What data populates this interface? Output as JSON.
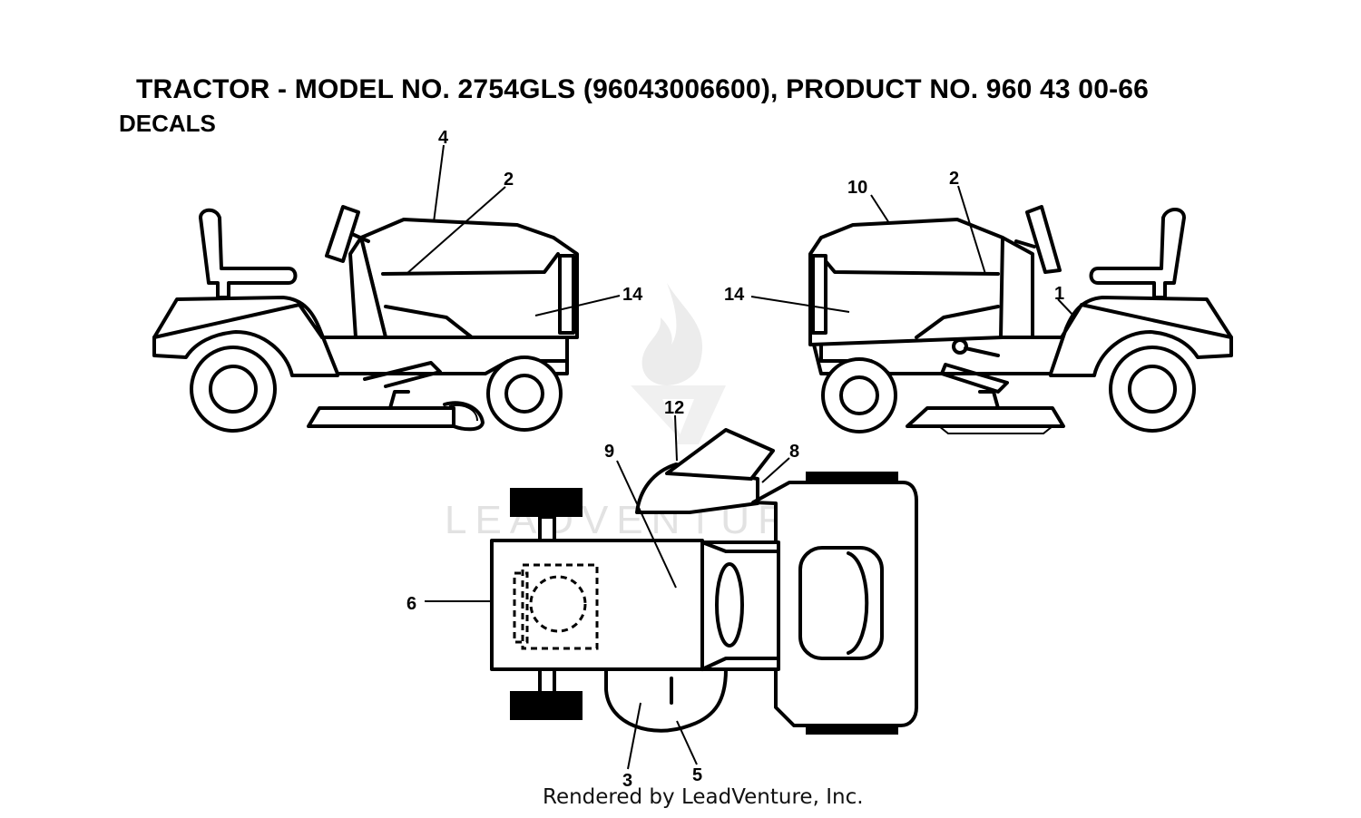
{
  "header": {
    "title": "TRACTOR - MODEL NO. 2754GLS (96043006600), PRODUCT NO. 960 43 00-66",
    "subtitle": "DECALS"
  },
  "callouts": {
    "c1": "1",
    "c2_left": "2",
    "c2_right": "2",
    "c3": "3",
    "c4": "4",
    "c5": "5",
    "c6": "6",
    "c8": "8",
    "c9": "9",
    "c10": "10",
    "c12": "12",
    "c14_left": "14",
    "c14_right": "14"
  },
  "watermark": {
    "text": "LEADVENTURE"
  },
  "footer": {
    "text": "Rendered by LeadVenture, Inc."
  }
}
